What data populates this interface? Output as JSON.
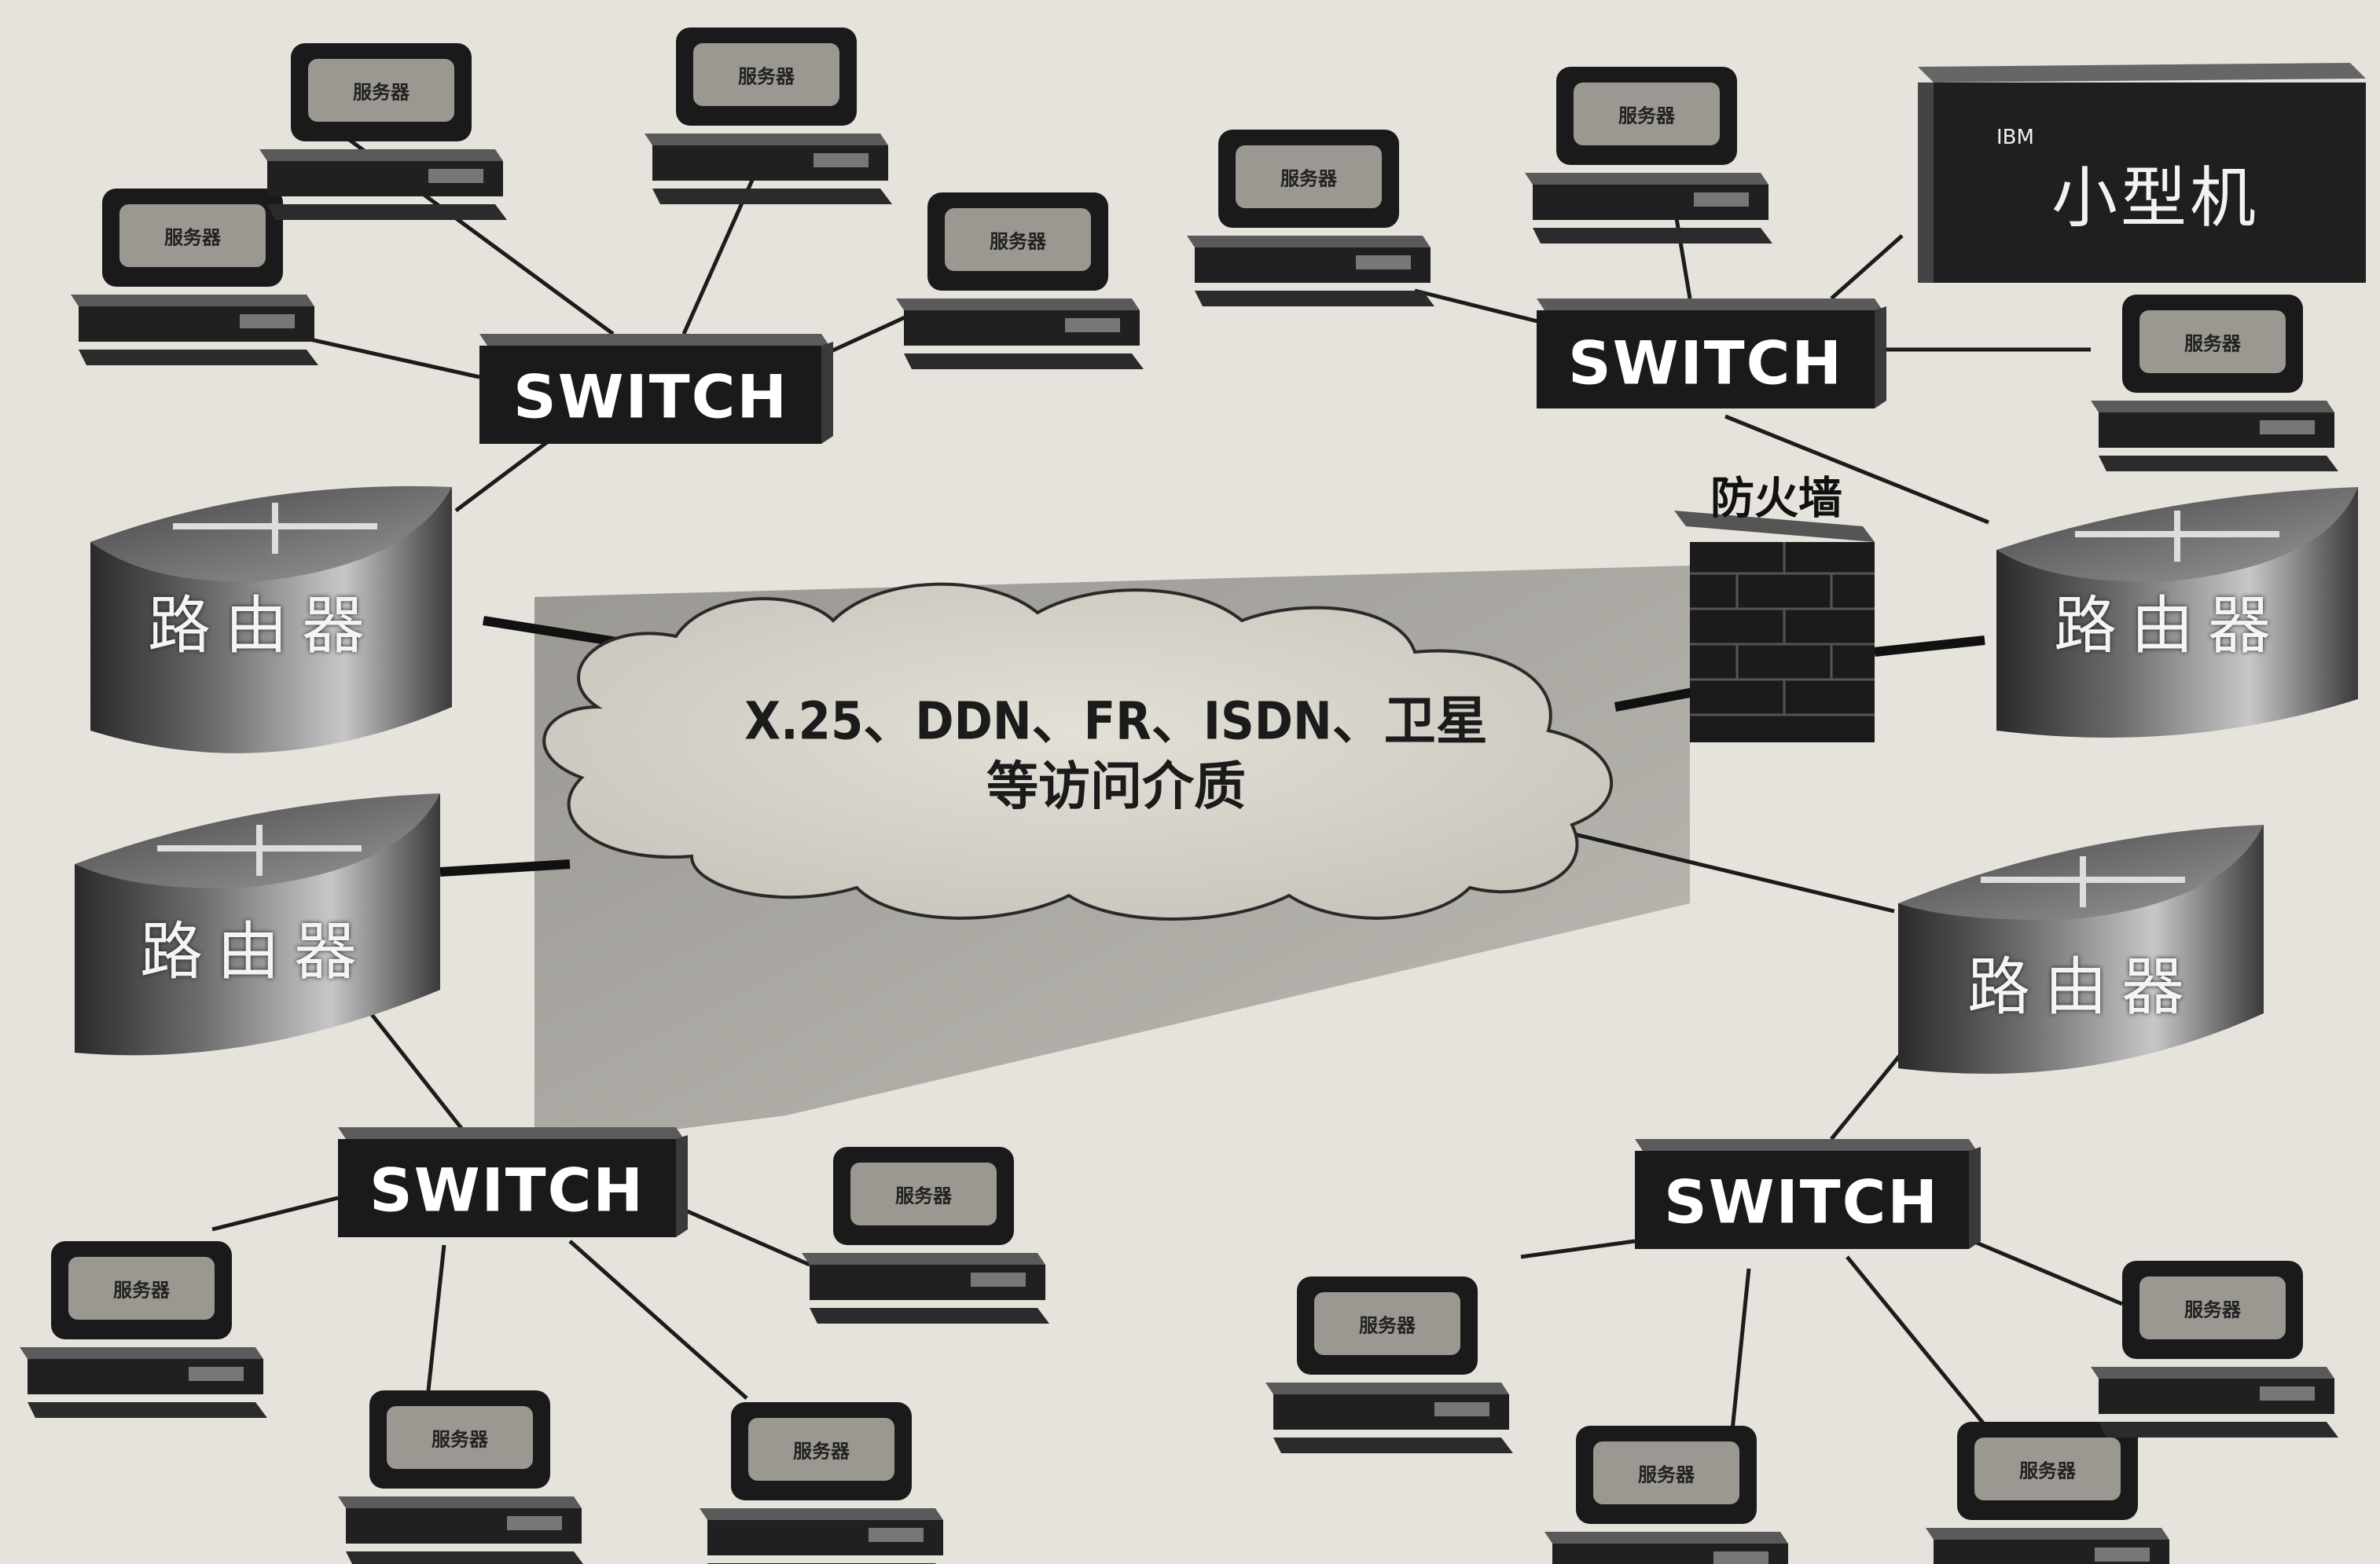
{
  "cloud": {
    "line1": "X.25、DDN、FR、ISDN、卫星",
    "line2": "等访问介质"
  },
  "switch_label": "SWITCH",
  "router_label": "路由器",
  "firewall_label": "防火墙",
  "minicomputer": {
    "brand": "IBM",
    "label": "小型机"
  },
  "server_screen_label": "服务器"
}
